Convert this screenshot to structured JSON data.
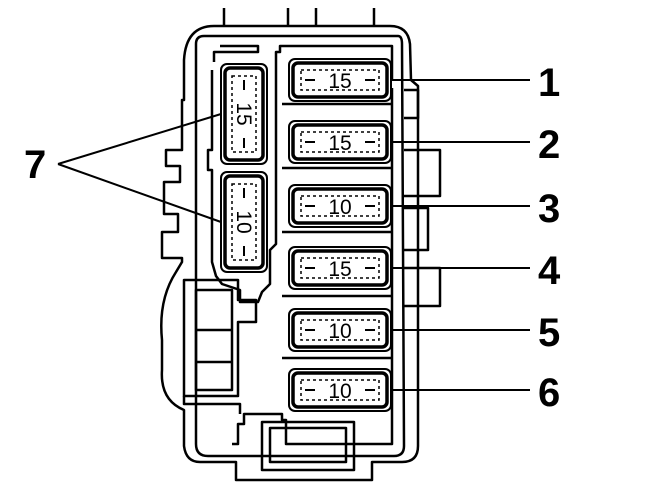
{
  "colors": {
    "line": "#000000",
    "background": "#ffffff"
  },
  "fuses": [
    {
      "id": "1",
      "rating": "15",
      "orientation": "horizontal"
    },
    {
      "id": "2",
      "rating": "15",
      "orientation": "horizontal"
    },
    {
      "id": "3",
      "rating": "10",
      "orientation": "horizontal"
    },
    {
      "id": "4",
      "rating": "15",
      "orientation": "horizontal"
    },
    {
      "id": "5",
      "rating": "10",
      "orientation": "horizontal"
    },
    {
      "id": "6",
      "rating": "10",
      "orientation": "horizontal"
    },
    {
      "id": "7a",
      "rating": "15",
      "orientation": "vertical"
    },
    {
      "id": "7b",
      "rating": "10",
      "orientation": "vertical"
    }
  ],
  "callouts": [
    {
      "label": "1",
      "target": "1"
    },
    {
      "label": "2",
      "target": "2"
    },
    {
      "label": "3",
      "target": "3"
    },
    {
      "label": "4",
      "target": "4"
    },
    {
      "label": "5",
      "target": "5"
    },
    {
      "label": "6",
      "target": "6"
    },
    {
      "label": "7",
      "target": "7a,7b"
    }
  ]
}
